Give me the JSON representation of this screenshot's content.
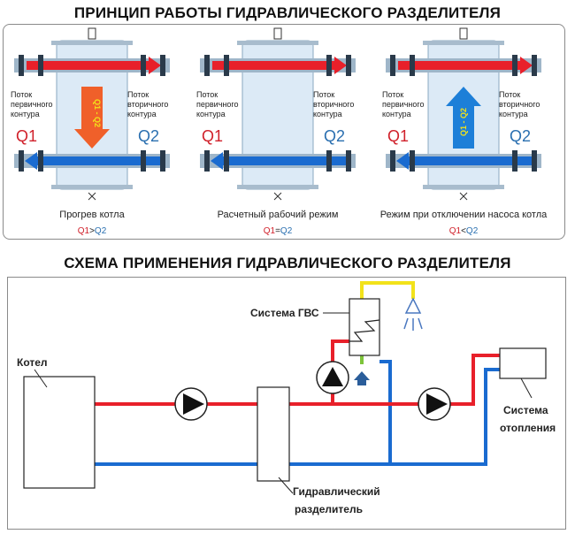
{
  "titles": {
    "principle": "ПРИНЦИП РАБОТЫ ГИДРАВЛИЧЕСКОГО РАЗДЕЛИТЕЛЯ",
    "scheme": "СХЕМА ПРИМЕНЕНИЯ ГИДРАВЛИЧЕСКОГО РАЗДЕЛИТЕЛЯ"
  },
  "colors": {
    "hot": "#e8202a",
    "cold": "#1a6bd0",
    "yellow": "#f2e21a",
    "green": "#7dc43a",
    "body": "#dceaf6",
    "q1": "#d0202a",
    "q2": "#2a6fb0"
  },
  "modes": [
    {
      "primary_label": [
        "Поток",
        "первичного",
        "контура"
      ],
      "secondary_label": [
        "Поток",
        "вторичного",
        "контура"
      ],
      "q1": "Q1",
      "q2": "Q2",
      "arrow_label": "Q1 - Q2",
      "arrow_dir": "down",
      "caption": "Прогрев котла",
      "relation": {
        "left": "Q1",
        "op": ">",
        "right": "Q2"
      }
    },
    {
      "primary_label": [
        "Поток",
        "первичного",
        "контура"
      ],
      "secondary_label": [
        "Поток",
        "вторичного",
        "контура"
      ],
      "q1": "Q1",
      "q2": "Q2",
      "arrow_label": "",
      "arrow_dir": "none",
      "caption": "Расчетный рабочий режим",
      "relation": {
        "left": "Q1",
        "op": "=",
        "right": "Q2"
      }
    },
    {
      "primary_label": [
        "Поток",
        "первичного",
        "контура"
      ],
      "secondary_label": [
        "Поток",
        "вторичного",
        "контура"
      ],
      "q1": "Q1",
      "q2": "Q2",
      "arrow_label": "Q1 - Q2",
      "arrow_dir": "up",
      "caption": "Режим при отключении насоса котла",
      "relation": {
        "left": "Q1",
        "op": "<",
        "right": "Q2"
      }
    }
  ],
  "scheme": {
    "boiler": "Котел",
    "dhw": "Система ГВС",
    "heating": [
      "Система",
      "отопления"
    ],
    "separator": [
      "Гидравлический",
      "разделитель"
    ]
  }
}
